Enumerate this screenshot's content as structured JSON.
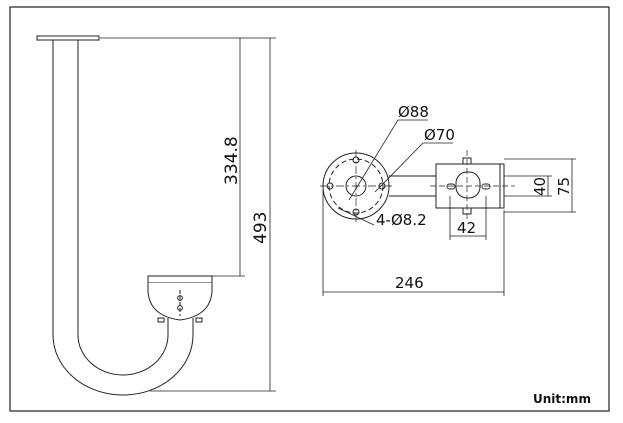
{
  "drawing": {
    "dimensions": {
      "short_drop": "334.8",
      "total_height": "493",
      "base_outer_dia": "Ø88",
      "base_bolt_circle": "Ø70",
      "mount_holes": "4-Ø8.2",
      "arm_width": "40",
      "plate_height": "75",
      "plate_hole_spacing": "42",
      "arm_length": "246"
    },
    "unit_label": "Unit:mm"
  }
}
